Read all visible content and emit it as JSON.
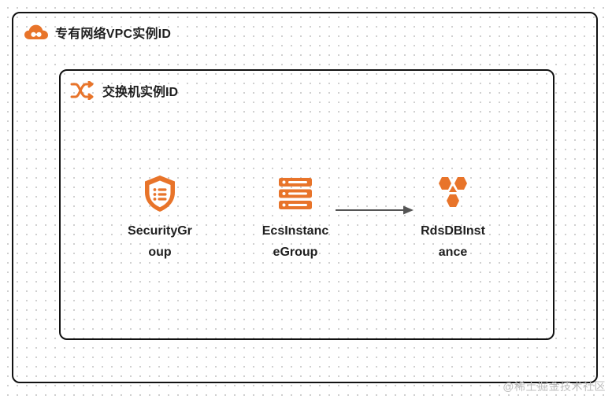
{
  "vpc": {
    "title": "专有网络VPC实例ID",
    "icon": "cloud-icon"
  },
  "vswitch": {
    "title": "交换机实例ID",
    "icon": "shuffle-icon"
  },
  "nodes": [
    {
      "label": "SecurityGr\noup",
      "icon": "shield-list-icon"
    },
    {
      "label": "EcsInstanc\neGroup",
      "icon": "server-stack-icon"
    },
    {
      "label": "RdsDBInst\nance",
      "icon": "hexagon-cluster-icon"
    }
  ],
  "edges": [
    {
      "from": "EcsInstanceGroup",
      "to": "RdsDBInstance"
    }
  ],
  "colors": {
    "accent": "#e8742a",
    "border": "#111111",
    "arrow": "#555555"
  },
  "watermark": "@稀土掘金技术社区"
}
